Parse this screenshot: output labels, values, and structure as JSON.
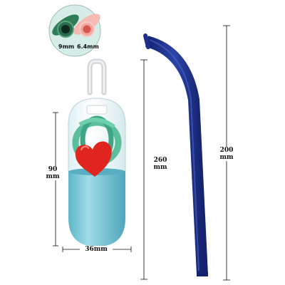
{
  "inset": {
    "left_label": "9mm",
    "right_label": "6.4mm"
  },
  "dimensions": {
    "case_height": "90\nmm",
    "case_width": "36mm",
    "straw_total": "260\nmm",
    "straw_straight": "200\nmm"
  },
  "colors": {
    "straw": "#1d2f8a",
    "case_body": "#7ac9d9",
    "heart": "#e0241e",
    "inset_bg": "#cfe9e2",
    "straw_green": "#2b6a4c",
    "straw_pink": "#f1a8a0"
  }
}
